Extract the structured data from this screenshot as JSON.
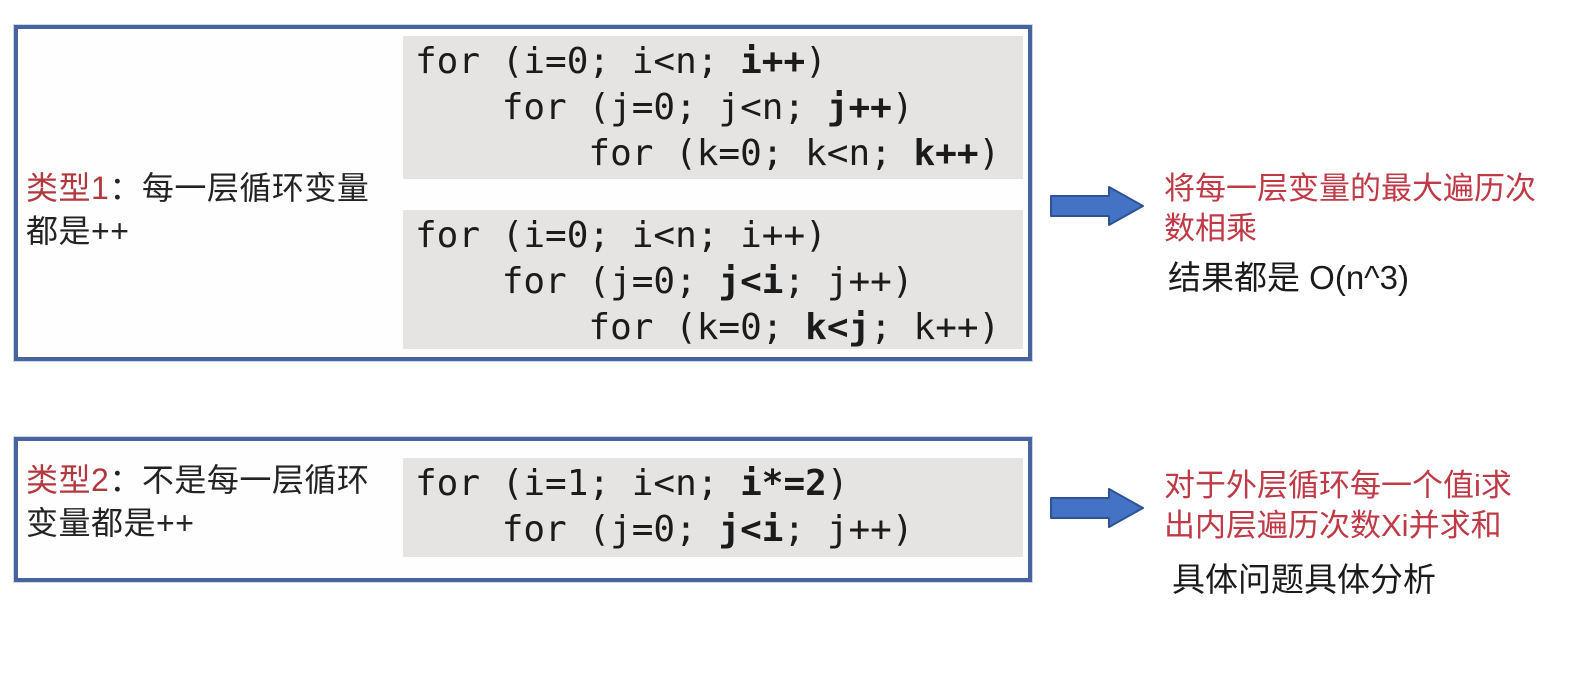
{
  "colors": {
    "box_border": "#47649e",
    "code_background": "#e5e4e2",
    "annotation_red": "#bf3a46",
    "label_red": "#b2383f",
    "arrow_fill": "#4472c4",
    "arrow_stroke": "#2e5395",
    "text_dark": "#1b1b1b"
  },
  "icons": [
    {
      "name": "arrow-right-icon",
      "shape": "block-arrow-right",
      "fill": "#4472c4"
    },
    {
      "name": "arrow-right-icon",
      "shape": "block-arrow-right",
      "fill": "#4472c4"
    }
  ],
  "boxes": [
    {
      "label": {
        "type": "类型1",
        "colon": "：",
        "line1_rest": "每一层循环变量",
        "line2": "都是++"
      },
      "code_blocks": [
        {
          "lines": [
            [
              {
                "t": "for (i=0; i<n; "
              },
              {
                "t": "i++",
                "bold": true
              },
              {
                "t": ")"
              }
            ],
            [
              {
                "t": "    for (j=0; j<n; "
              },
              {
                "t": "j++",
                "bold": true
              },
              {
                "t": ")"
              }
            ],
            [
              {
                "t": "        for (k=0; k<n; "
              },
              {
                "t": "k++",
                "bold": true
              },
              {
                "t": ")"
              }
            ]
          ]
        },
        {
          "lines": [
            [
              {
                "t": "for (i=0; i<n; i++)"
              }
            ],
            [
              {
                "t": "    for (j=0; "
              },
              {
                "t": "j<i",
                "bold": true
              },
              {
                "t": "; j++)"
              }
            ],
            [
              {
                "t": "        for (k=0; "
              },
              {
                "t": "k<j",
                "bold": true
              },
              {
                "t": "; k++)"
              }
            ]
          ]
        }
      ]
    },
    {
      "label": {
        "type": "类型2",
        "colon": "：",
        "line1_rest": "不是每一层循环",
        "line2": "变量都是++"
      },
      "code_blocks": [
        {
          "lines": [
            [
              {
                "t": "for (i=1; i<n; "
              },
              {
                "t": "i*=2",
                "bold": true
              },
              {
                "t": ")"
              }
            ],
            [
              {
                "t": "    for (j=0; "
              },
              {
                "t": "j<i",
                "bold": true
              },
              {
                "t": "; j++)"
              }
            ]
          ]
        }
      ]
    }
  ],
  "annotations": [
    {
      "red_lines": [
        "将每一层变量的最大遍历次",
        "数相乘"
      ],
      "black_text": "结果都是 O(n^3)"
    },
    {
      "red_lines": [
        "对于外层循环每一个值i求",
        "出内层遍历次数Xi并求和"
      ],
      "black_text": "具体问题具体分析"
    }
  ]
}
